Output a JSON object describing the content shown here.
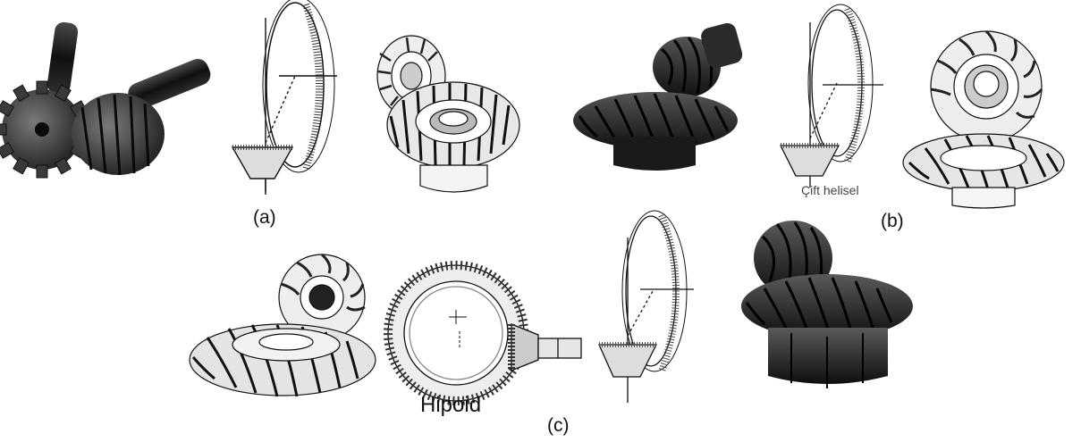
{
  "figure": {
    "panel_labels": {
      "a": "(a)",
      "b": "(b)",
      "c": "(c)"
    },
    "annotations": {
      "double_helical": "Çift helisel",
      "hypoid": "Hipoid"
    },
    "colors": {
      "ink": "#111111",
      "dark_gear": "#2b2b2b",
      "mid_gear": "#6a6a6a",
      "shaft": "#1c1c1c",
      "paper": "#ffffff"
    },
    "illustrations": [
      "straight-bevel-photo-icon",
      "straight-bevel-cone-sketch-icon",
      "straight-bevel-pair-drawing-icon",
      "spiral-bevel-photo-icon",
      "double-helical-cone-sketch-icon",
      "spiral-bevel-pair-drawing-icon",
      "spiral-bevel-drawing-icon",
      "hypoid-ring-gear-drawing-icon",
      "hypoid-cone-sketch-icon",
      "hypoid-photo-icon"
    ]
  }
}
